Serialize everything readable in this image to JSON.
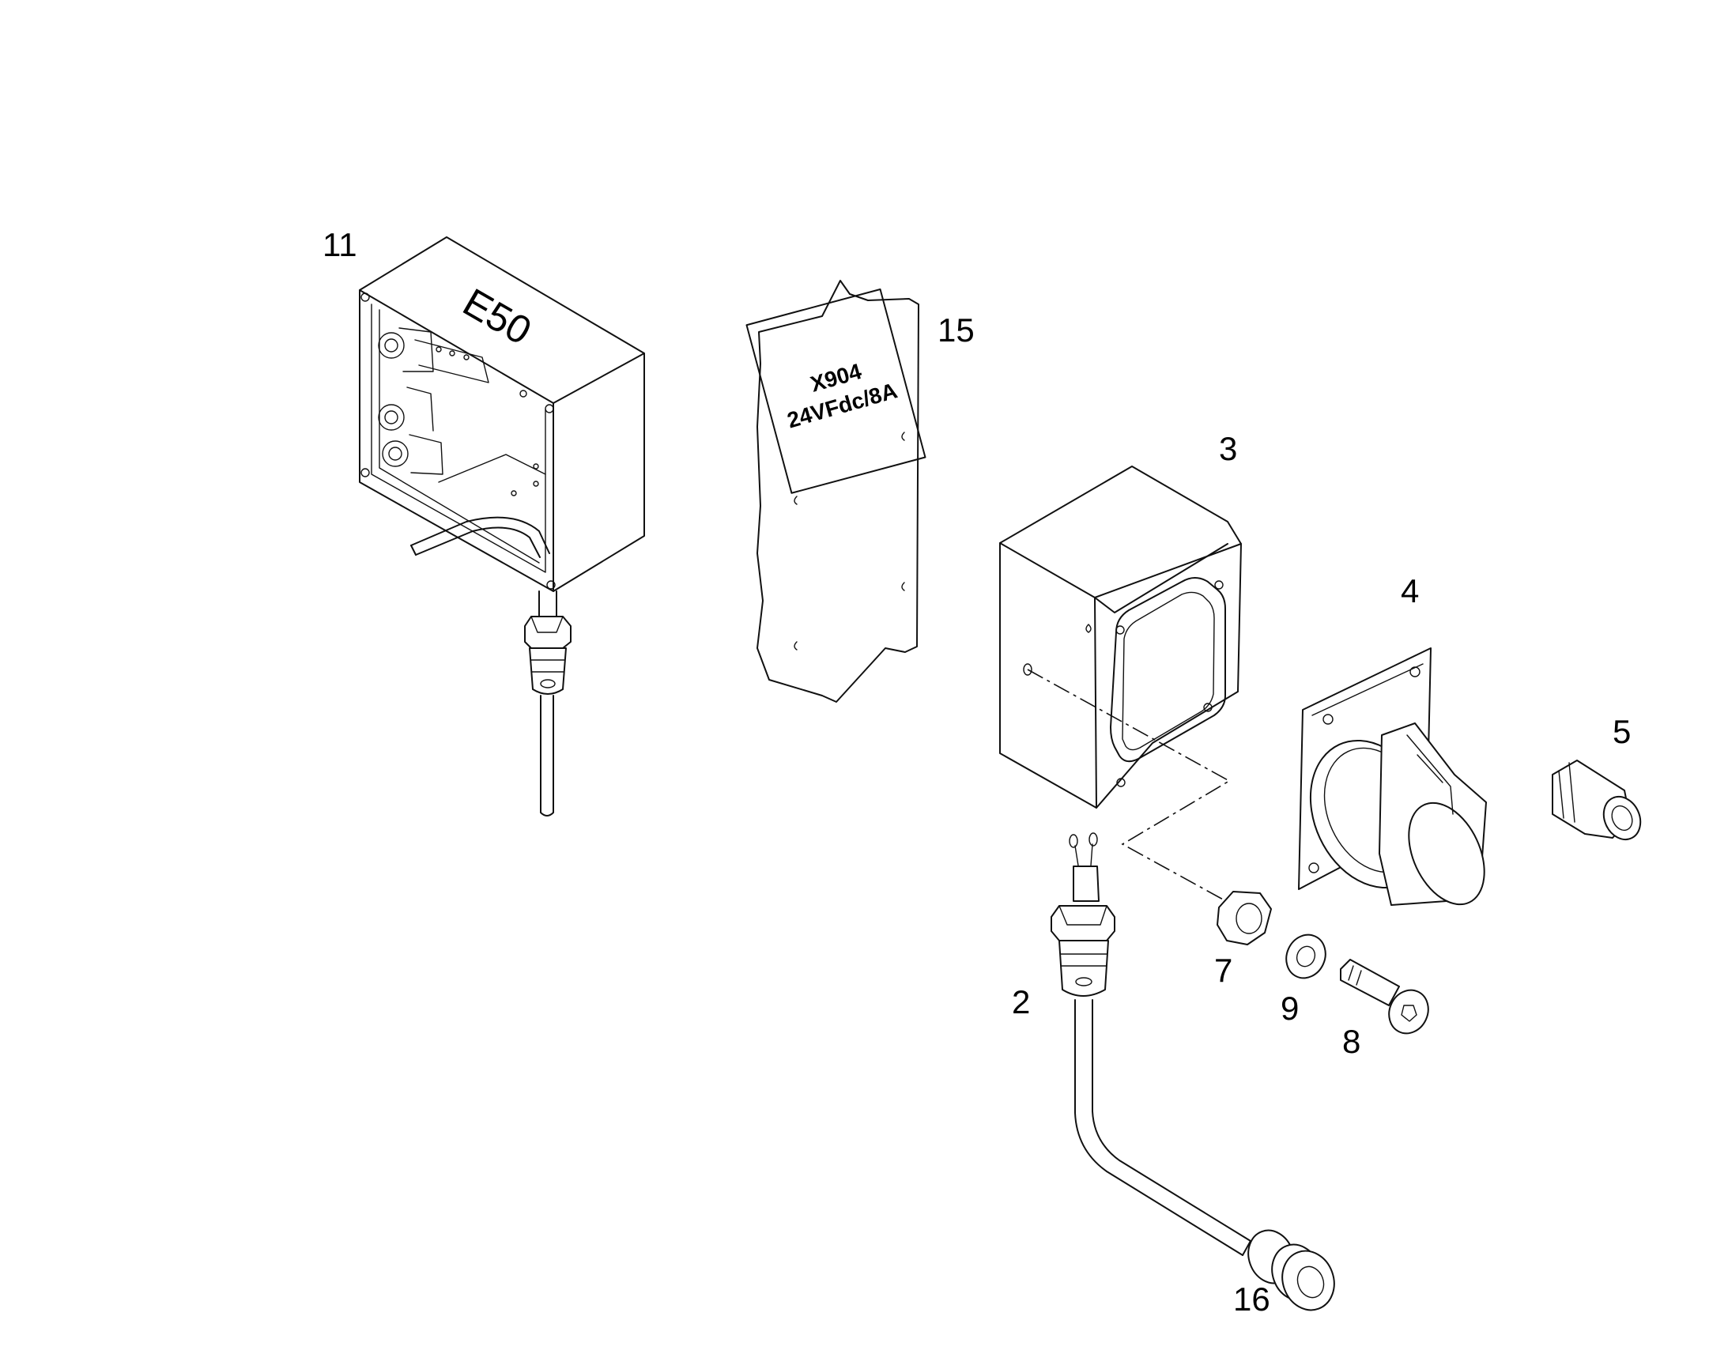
{
  "callouts": {
    "c11": "11",
    "c15": "15",
    "c3": "3",
    "c4": "4",
    "c5": "5",
    "c7": "7",
    "c9": "9",
    "c8": "8",
    "c2": "2",
    "c16": "16"
  },
  "box_label": "E50",
  "sign": {
    "line1": "X904",
    "line2": "24VFdc/8A"
  }
}
